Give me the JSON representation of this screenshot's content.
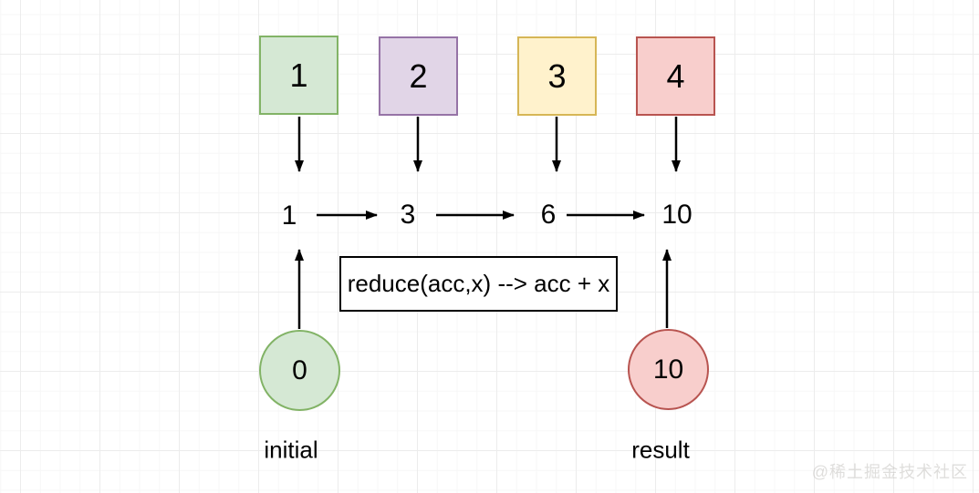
{
  "canvas": {
    "background": "#ffffff",
    "grid_major_color": "#ececec",
    "grid_minor_color": "#f7f7f7",
    "arrow_color": "#000000"
  },
  "diagram": {
    "input_squares": [
      {
        "value": "1",
        "fill": "#d5e8d4",
        "border": "#82b366"
      },
      {
        "value": "2",
        "fill": "#e1d5e7",
        "border": "#9673a6"
      },
      {
        "value": "3",
        "fill": "#fff2cc",
        "border": "#d6b656"
      },
      {
        "value": "4",
        "fill": "#f8cecc",
        "border": "#b85450"
      }
    ],
    "accumulator_chain": {
      "values": [
        "1",
        "3",
        "6",
        "10"
      ]
    },
    "reduce_box": {
      "label": "reduce(acc,x) --> acc + x",
      "fill": "#ffffff",
      "border": "#000000"
    },
    "initial_circle": {
      "value": "0",
      "fill": "#d5e8d4",
      "border": "#82b366"
    },
    "result_circle": {
      "value": "10",
      "fill": "#f8cecc",
      "border": "#b85450"
    },
    "labels": {
      "initial": "initial",
      "result": "result"
    },
    "watermark": "@稀土掘金技术社区"
  }
}
